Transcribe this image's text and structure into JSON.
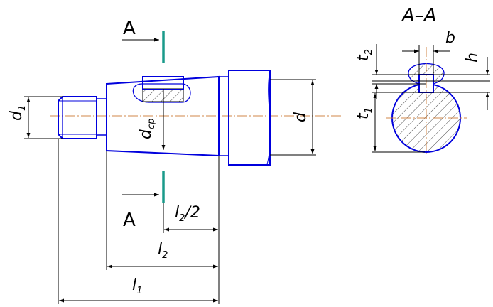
{
  "section_mark": "A",
  "section_title": "A–A",
  "labels": {
    "d1": {
      "main": "d",
      "sub": "1"
    },
    "d": {
      "main": "d",
      "sub": ""
    },
    "dcp": {
      "main": "d",
      "sub": "cp"
    },
    "l1": {
      "main": "l",
      "sub": "1"
    },
    "l2": {
      "main": "l",
      "sub": "2"
    },
    "l2half": {
      "main": "l",
      "sub": "2",
      "suffix": "/2"
    },
    "b": {
      "main": "b",
      "sub": ""
    },
    "h": {
      "main": "h",
      "sub": ""
    },
    "t1": {
      "main": "t",
      "sub": "1"
    },
    "t2": {
      "main": "t",
      "sub": "2"
    }
  },
  "colors": {
    "outline": "#0000dd",
    "centerline": "#d2874a",
    "section_marker": "#1a9a8a",
    "dimension": "#000000"
  }
}
